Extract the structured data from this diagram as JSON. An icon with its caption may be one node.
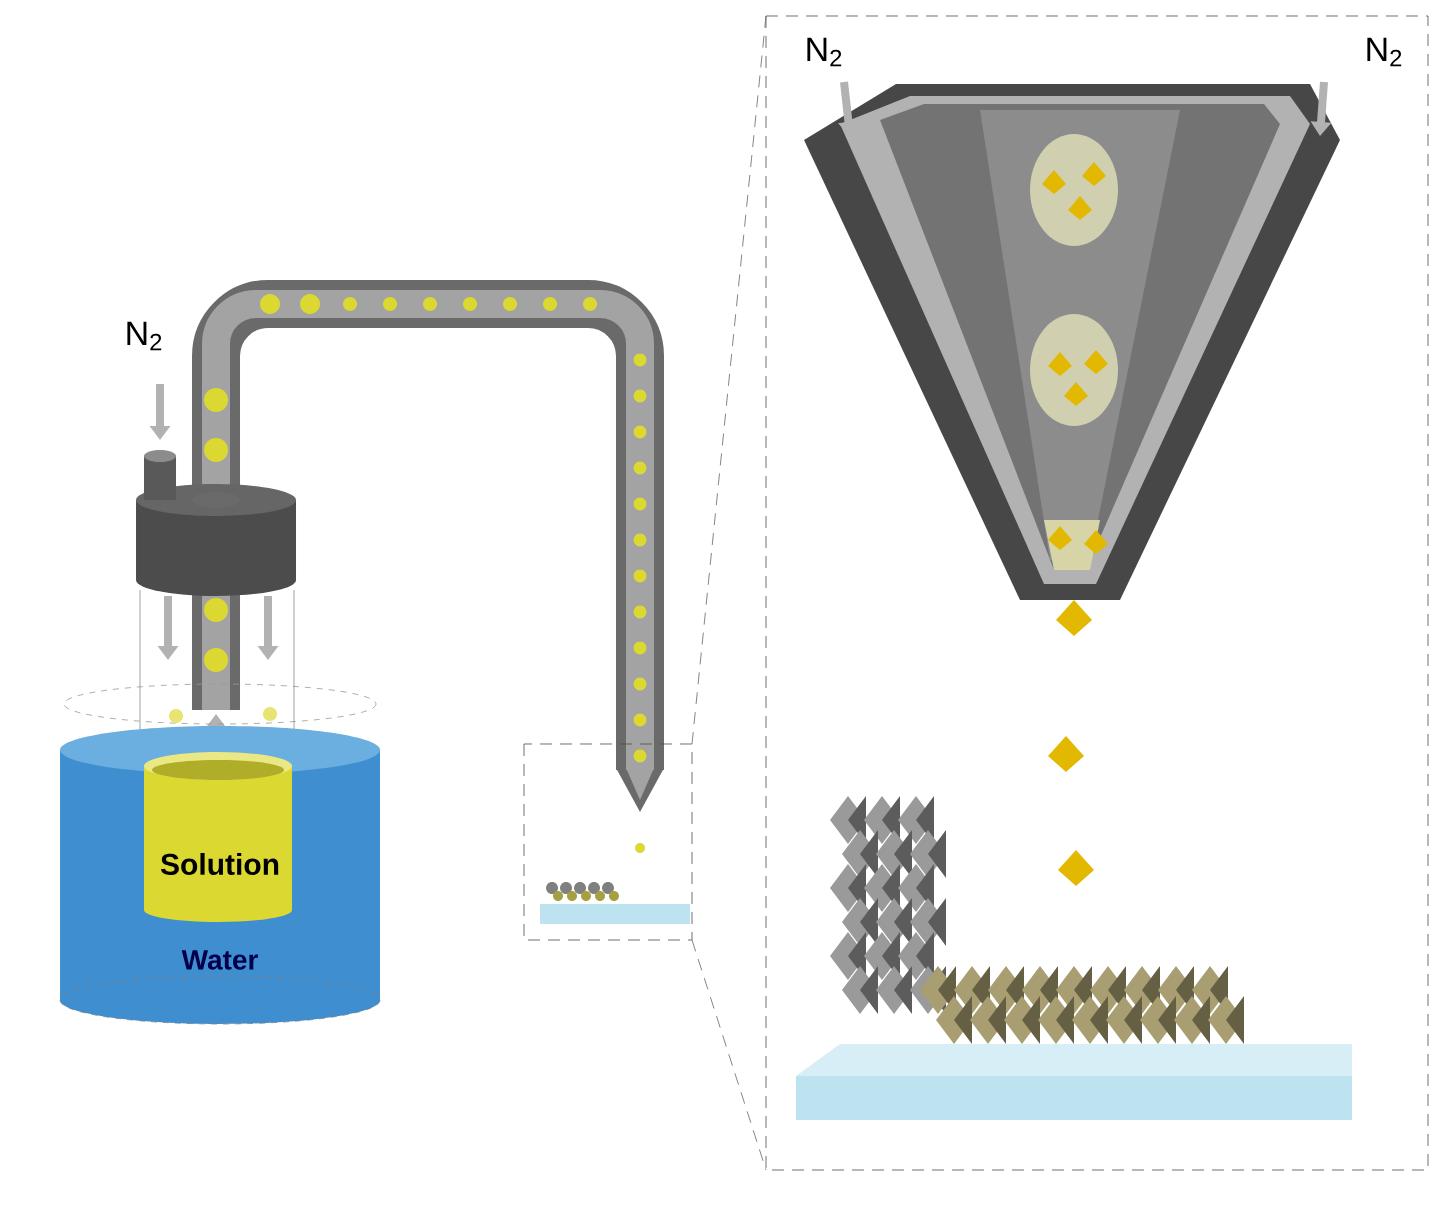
{
  "diagram": {
    "nodes": [
      {
        "text": [
          "Water"
        ]
      },
      {
        "text": [
          "Solution"
        ],
        "in": 0
      }
    ],
    "labels": [
      "N$_{2}$",
      "N$_{2}$",
      "N$_{2}$"
    ]
  }
}
